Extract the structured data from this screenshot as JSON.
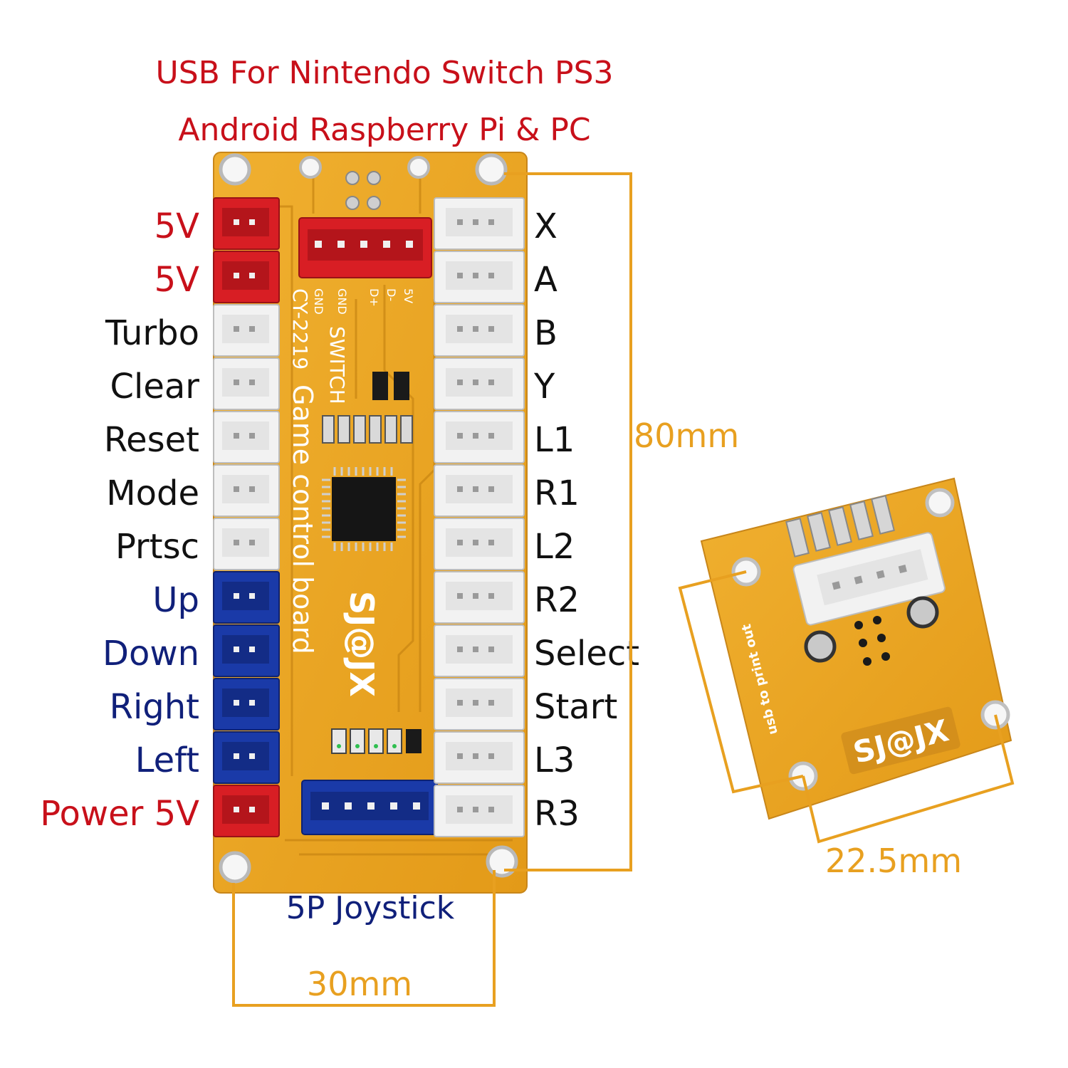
{
  "header": {
    "line1": "USB For Nintendo Switch PS3",
    "line2": "Android Raspberry Pi & PC"
  },
  "left_labels": [
    {
      "text": "5V",
      "color": "#c8101a",
      "connector": "red"
    },
    {
      "text": "5V",
      "color": "#c8101a",
      "connector": "red"
    },
    {
      "text": "Turbo",
      "color": "#111111",
      "connector": "white"
    },
    {
      "text": "Clear",
      "color": "#111111",
      "connector": "white"
    },
    {
      "text": "Reset",
      "color": "#111111",
      "connector": "white"
    },
    {
      "text": "Mode",
      "color": "#111111",
      "connector": "white"
    },
    {
      "text": "Prtsc",
      "color": "#111111",
      "connector": "white"
    },
    {
      "text": "Up",
      "color": "#10207a",
      "connector": "blue"
    },
    {
      "text": "Down",
      "color": "#10207a",
      "connector": "blue"
    },
    {
      "text": "Right",
      "color": "#10207a",
      "connector": "blue"
    },
    {
      "text": "Left",
      "color": "#10207a",
      "connector": "blue"
    },
    {
      "text": "Power 5V",
      "color": "#c8101a",
      "connector": "red"
    }
  ],
  "right_labels": [
    "X",
    "A",
    "B",
    "Y",
    "L1",
    "R1",
    "L2",
    "R2",
    "Select",
    "Start",
    "L3",
    "R3"
  ],
  "board": {
    "title": "Game control board",
    "model": "CY-2219",
    "switch_text": "SWITCH",
    "pin_labels": [
      "5V",
      "D-",
      "D+",
      "GND",
      "GND"
    ],
    "brand": "SJ@JX"
  },
  "joystick_label": "5P Joystick",
  "dimensions": {
    "height": "80mm",
    "width": "30mm",
    "small_board": "22.5mm"
  },
  "small_board": {
    "usb_text": "usb to print out",
    "brand": "SJ@JX"
  },
  "colors": {
    "board_orange": "#e8a020",
    "dimension_line": "#e8a020",
    "connector_red": "#d81e24",
    "connector_blue": "#1a3aa8",
    "connector_white": "#f2f2f2",
    "label_red": "#c8101a",
    "label_blue": "#10207a"
  }
}
